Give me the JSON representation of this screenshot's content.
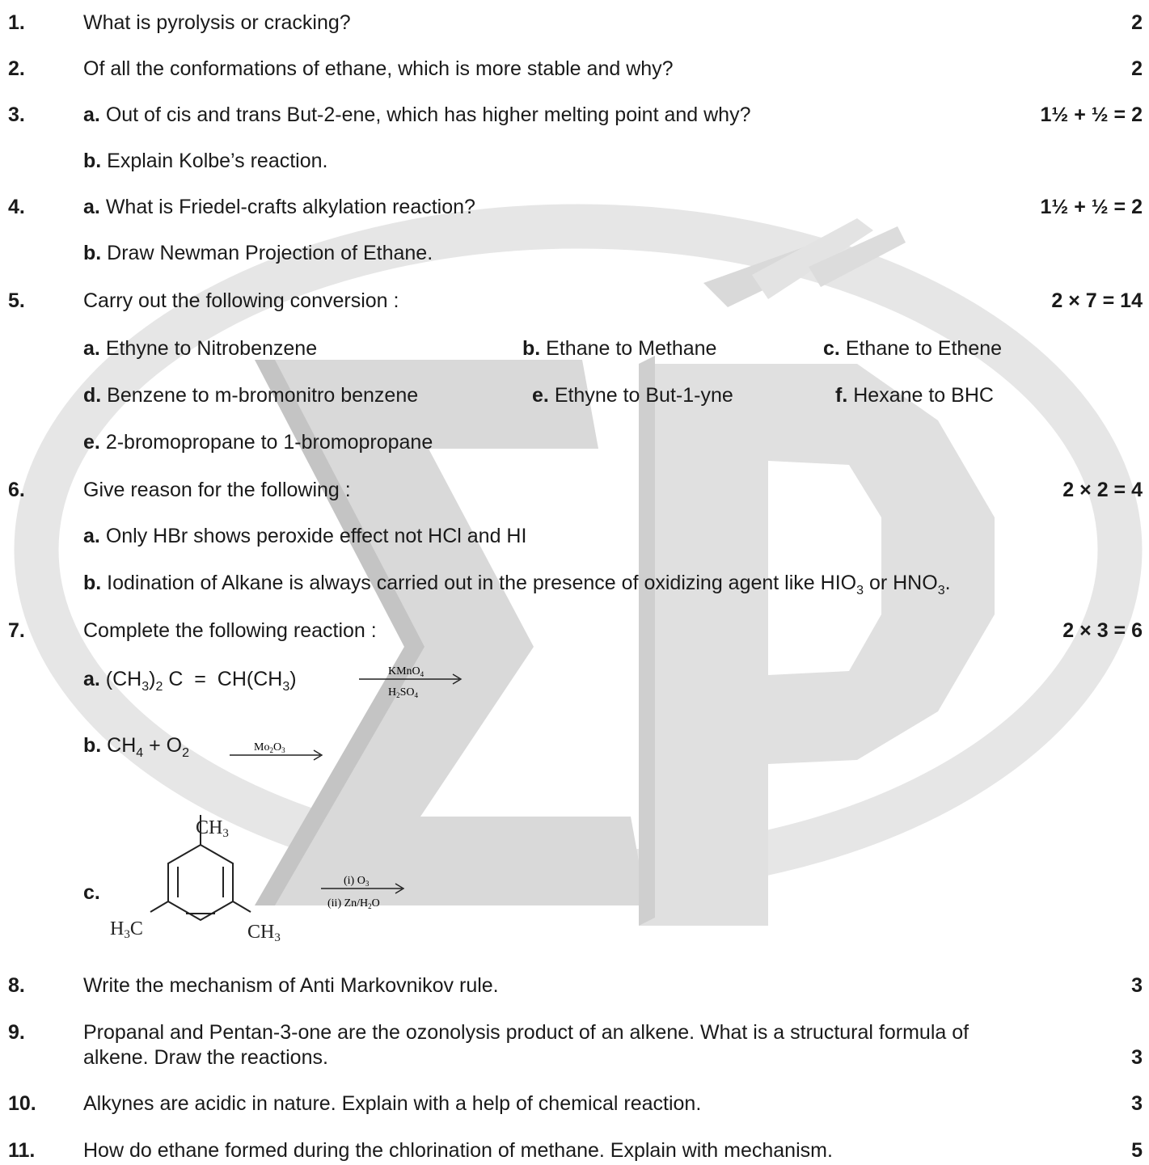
{
  "questions": [
    {
      "num": "1.",
      "text": "What is pyrolysis or cracking?",
      "marks": "2"
    },
    {
      "num": "2.",
      "text": "Of all the conformations of ethane, which is more stable and why?",
      "marks": "2"
    },
    {
      "num": "3.",
      "a": "Out of cis and trans But-2-ene, which has higher melting point and why?",
      "b": "Explain Kolbe’s reaction.",
      "marks": "1½ + ½ = 2"
    },
    {
      "num": "4.",
      "a": "What is Friedel-crafts alkylation reaction?",
      "b": "Draw Newman Projection of Ethane.",
      "marks": "1½ + ½ = 2"
    },
    {
      "num": "5.",
      "text": "Carry out the following conversion :",
      "marks": "2 × 7 = 14",
      "parts": [
        {
          "label": "a.",
          "text": "Ethyne to Nitrobenzene"
        },
        {
          "label": "b.",
          "text": "Ethane to Methane"
        },
        {
          "label": "c.",
          "text": "Ethane to Ethene"
        },
        {
          "label": "d.",
          "text": "Benzene to m-bromonitro benzene"
        },
        {
          "label": "e.",
          "text": "Ethyne to But-1-yne"
        },
        {
          "label": "f.",
          "text": "Hexane to BHC"
        },
        {
          "label": "e.",
          "text": "2-bromopropane to 1-bromopropane"
        }
      ]
    },
    {
      "num": "6.",
      "text": "Give reason for the following :",
      "marks": "2 × 2 = 4",
      "a": "Only HBr shows peroxide effect not HCl and HI",
      "b": "Iodination of Alkane is always carried out in the presence of oxidizing agent like HIO",
      "b_or": "or HNO"
    },
    {
      "num": "7.",
      "text": "Complete the following reaction :",
      "marks": "2 × 3 = 6",
      "a_reagent_top": "KMnO",
      "a_reagent_bottom": "H",
      "a_reagent_bottom2": "SO",
      "b_reagent": "Mo",
      "b_reagent2": "O",
      "c_reagent_top": "(i)  O",
      "c_reagent_bottom": "(ii)  Zn/H",
      "c_reagent_bottom2": "O",
      "c_substituent": "CH",
      "c_substituent_left": "H"
    },
    {
      "num": "8.",
      "text": "Write the mechanism of Anti Markovnikov rule.",
      "marks": "3"
    },
    {
      "num": "9.",
      "text": "Propanal and Pentan-3-one are the ozonolysis product of an alkene. What is a structural formula of",
      "text2": "alkene. Draw the reactions.",
      "marks": "3"
    },
    {
      "num": "10.",
      "text": "Alkynes are acidic in nature. Explain with a help of chemical reaction.",
      "marks": "3"
    },
    {
      "num": "11.",
      "text": "How do ethane formed during the chlorination of methane. Explain with mechanism.",
      "marks": "5"
    }
  ],
  "subparts": {
    "a": "a.",
    "b": "b.",
    "c": "c."
  },
  "watermark_icon": "sigma-p-logo"
}
